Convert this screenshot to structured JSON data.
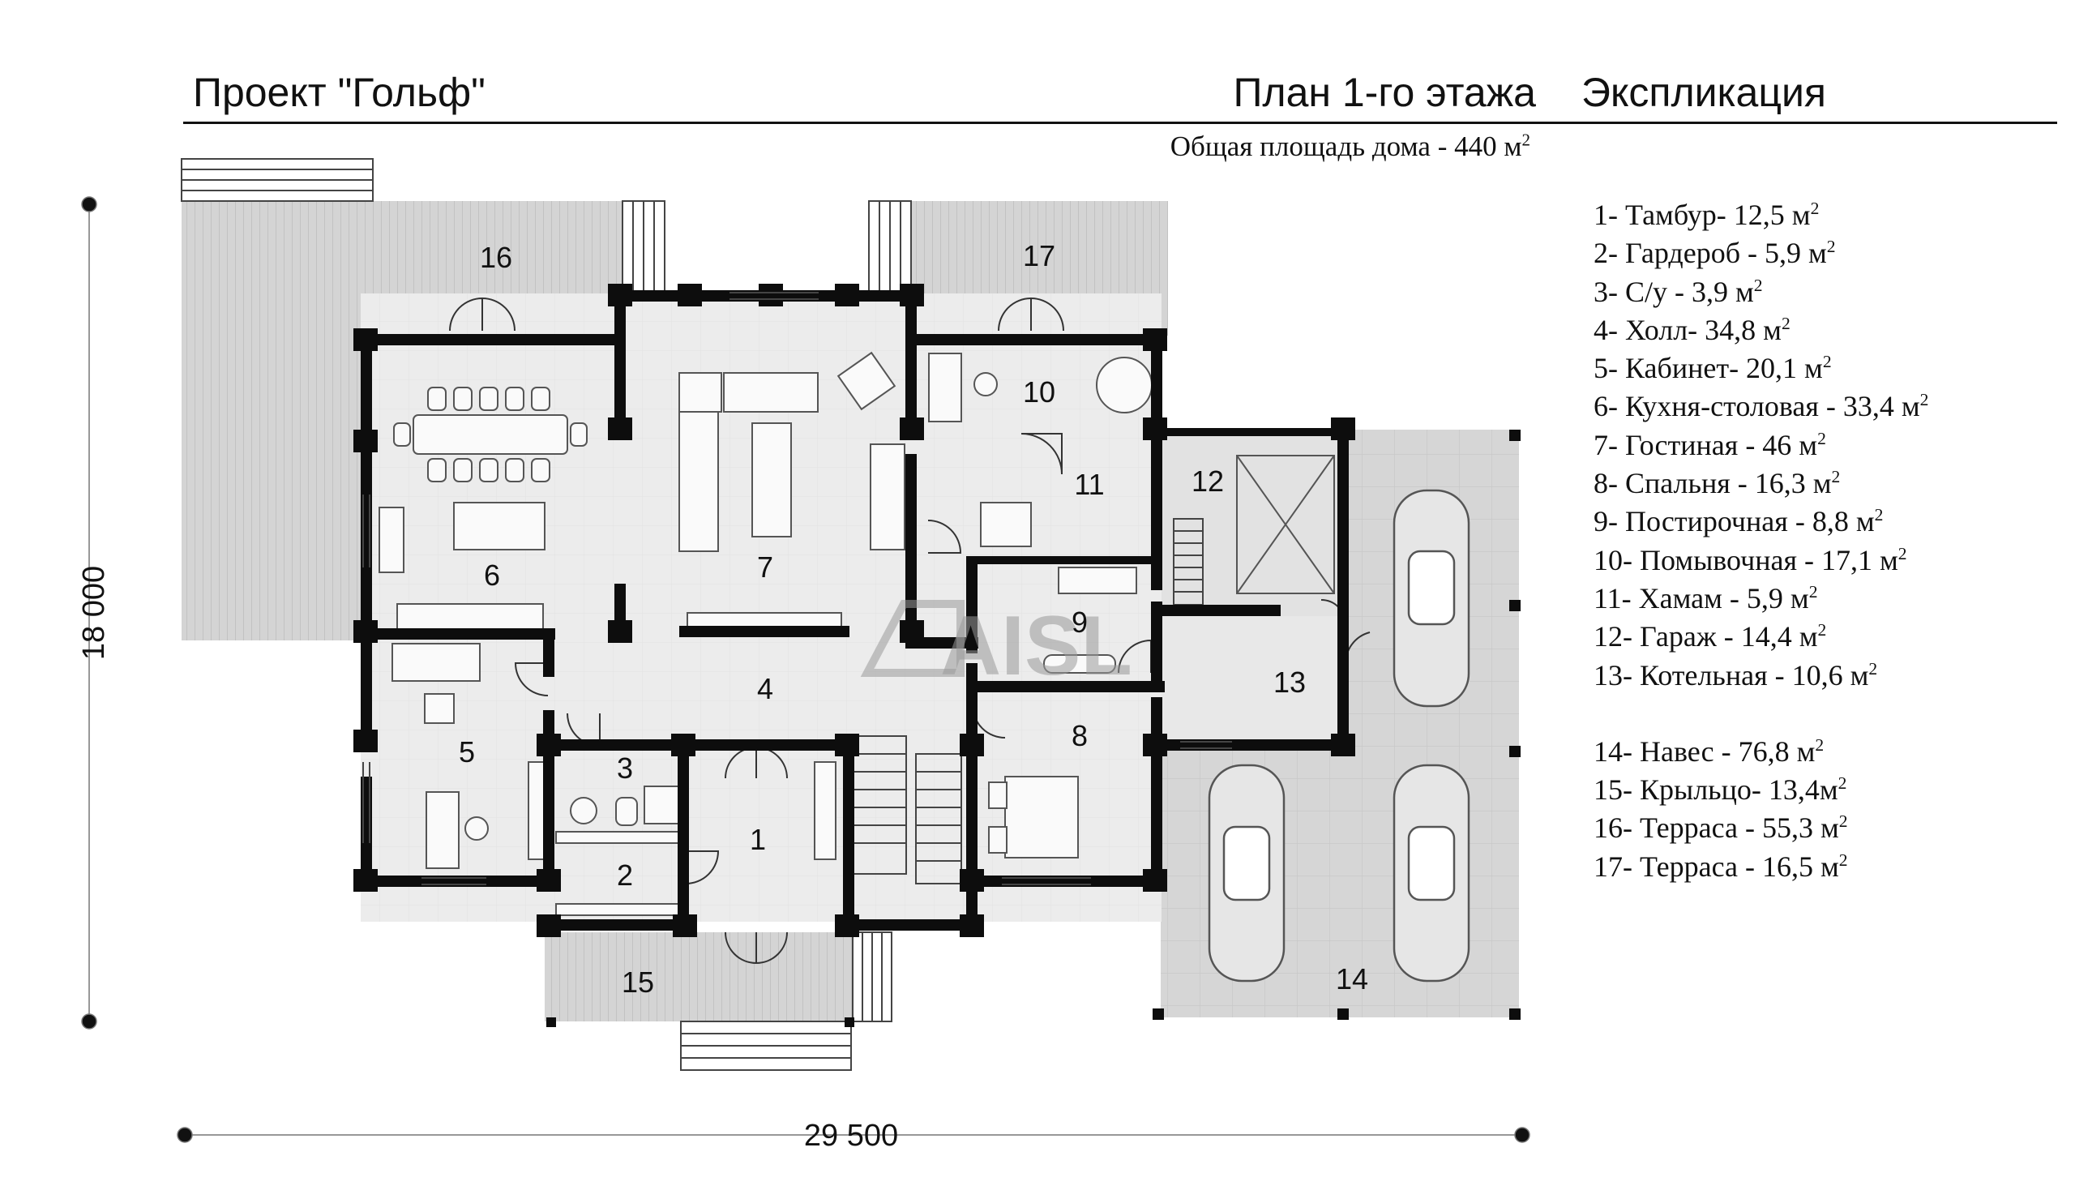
{
  "header": {
    "project_title": "Проект \"Гольф\"",
    "plan_title": "План 1-го этажа",
    "legend_title": "Экспликация",
    "total_area_text": "Общая площадь дома - 440 м",
    "total_area_sup": "2"
  },
  "legend": [
    {
      "text": "1- Тамбур- 12,5 м",
      "sup": "2"
    },
    {
      "text": "2- Гардероб - 5,9 м",
      "sup": "2"
    },
    {
      "text": "3- С/у - 3,9 м",
      "sup": "2"
    },
    {
      "text": "4- Холл- 34,8 м",
      "sup": "2"
    },
    {
      "text": "5- Кабинет- 20,1 м",
      "sup": "2"
    },
    {
      "text": "6- Кухня-столовая - 33,4 м",
      "sup": "2"
    },
    {
      "text": "7- Гостиная - 46 м",
      "sup": "2"
    },
    {
      "text": "8- Спальня - 16,3 м",
      "sup": "2"
    },
    {
      "text": "9- Постирочная - 8,8 м",
      "sup": "2"
    },
    {
      "text": "10- Помывочная - 17,1 м",
      "sup": "2"
    },
    {
      "text": "11- Хамам - 5,9 м",
      "sup": "2"
    },
    {
      "text": "12- Гараж - 14,4 м",
      "sup": "2"
    },
    {
      "text": "13- Котельная - 10,6 м",
      "sup": "2"
    }
  ],
  "legend_extra": [
    {
      "text": "14- Навес - 76,8 м",
      "sup": "2"
    },
    {
      "text": "15- Крыльцо- 13,4м",
      "sup": "2"
    },
    {
      "text": "16- Терраса - 55,3 м",
      "sup": "2"
    },
    {
      "text": "17- Терраса - 16,5 м",
      "sup": "2"
    }
  ],
  "plan": {
    "room_numbers": [
      "1",
      "2",
      "3",
      "4",
      "5",
      "6",
      "7",
      "8",
      "9",
      "10",
      "11",
      "12",
      "13",
      "14",
      "15",
      "16",
      "17"
    ],
    "dim_width": "29 500",
    "dim_height": "18 000",
    "watermark": "AISL"
  },
  "colors": {
    "wall": "#0d0d0d",
    "floor": "#ececec",
    "terrace": "#d4d4d4",
    "furniture_stroke": "#555555"
  }
}
